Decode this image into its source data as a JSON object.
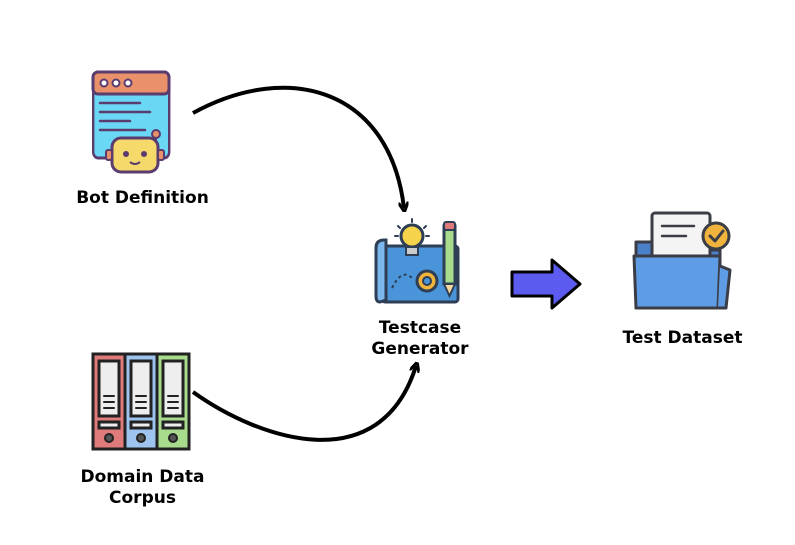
{
  "nodes": {
    "bot_definition": {
      "label": "Bot Definition",
      "icon": "bot-window-icon"
    },
    "domain_data_corpus": {
      "label_line1": "Domain Data",
      "label_line2": "Corpus",
      "icon": "binders-icon"
    },
    "testcase_generator": {
      "label_line1": "Testcase",
      "label_line2": "Generator",
      "icon": "blueprint-lightbulb-icon"
    },
    "test_dataset": {
      "label": "Test Dataset",
      "icon": "folder-check-icon"
    }
  },
  "edges": [
    {
      "from": "bot_definition",
      "to": "testcase_generator",
      "style": "curved-black-arrow"
    },
    {
      "from": "domain_data_corpus",
      "to": "testcase_generator",
      "style": "curved-black-arrow"
    },
    {
      "from": "testcase_generator",
      "to": "test_dataset",
      "style": "block-arrow",
      "color": "#5b5bf0"
    }
  ],
  "colors": {
    "window_header": "#e8916a",
    "window_body": "#6ad8f5",
    "robot": "#f5d96a",
    "binder_red": "#e07b7b",
    "binder_blue": "#9fc3ef",
    "binder_green": "#a8dc8c",
    "blueprint": "#4a95d9",
    "folder": "#5f9ce6",
    "check": "#f0b43c",
    "block_arrow": "#5b5bf0"
  }
}
